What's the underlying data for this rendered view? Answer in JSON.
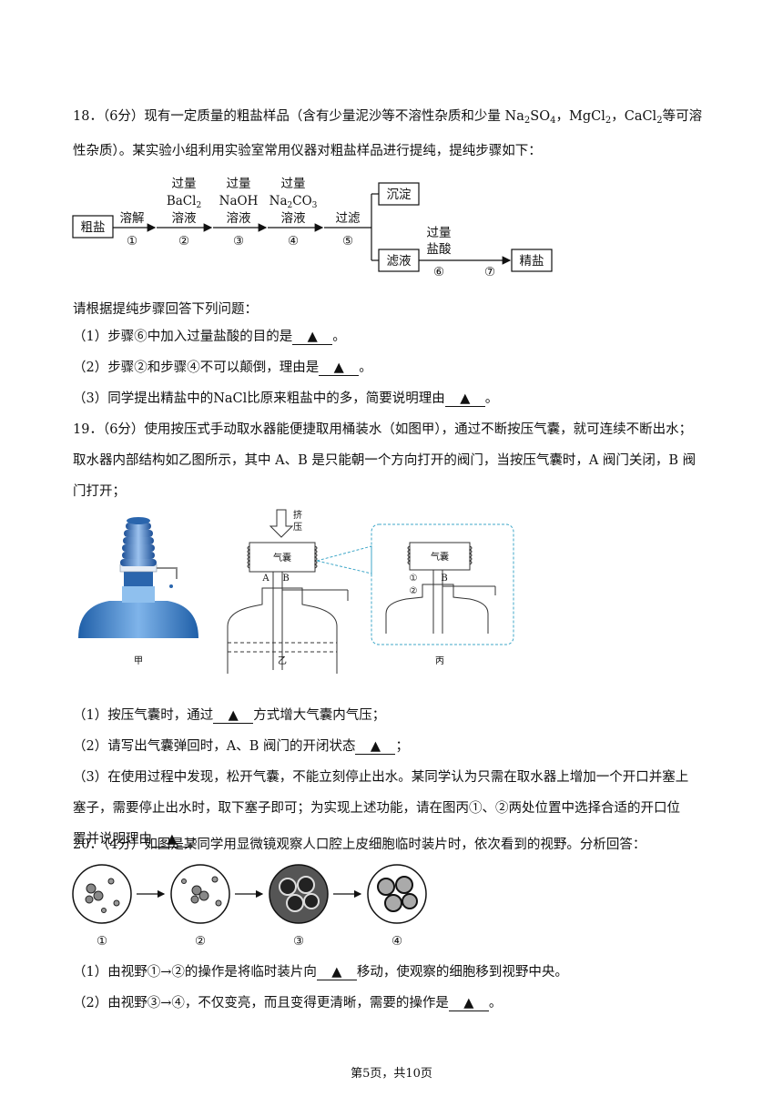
{
  "q18": {
    "intro_1a": "18．（6分）现有一定质量的粗盐样品（含有少量泥沙等不溶性杂质和少量",
    "intro_1b": "Na",
    "intro_1c": "2",
    "intro_1d": "SO",
    "intro_1e": "4",
    "intro_1f": "，MgCl",
    "intro_1g": "2",
    "intro_1h": "，CaCl",
    "intro_1i": "2",
    "intro_1j": "等可溶",
    "intro_2": "性杂质）。某实验小组利用实验室常用仪器对粗盐样品进行提纯，提纯步骤如下：",
    "flow": {
      "start": "粗盐",
      "step1_label": "溶解",
      "step1_num": "①",
      "step2_line1": "过量",
      "step2_line2": "BaCl",
      "step2_sub": "2",
      "step2_line3": "溶液",
      "step2_num": "②",
      "step3_line1": "过量",
      "step3_line2": "NaOH",
      "step3_line3": "溶液",
      "step3_num": "③",
      "step4_line1": "过量",
      "step4_line2": "Na",
      "step4_sub1": "2",
      "step4_mid": "CO",
      "step4_sub2": "3",
      "step4_line3": "溶液",
      "step4_num": "④",
      "step5_label": "过滤",
      "step5_num": "⑤",
      "top_box": "沉淀",
      "bottom_box": "滤液",
      "step6_line1": "过量",
      "step6_line2": "盐酸",
      "step6_num": "⑥",
      "step7_num": "⑦",
      "end": "精盐"
    },
    "prompt": "请根据提纯步骤回答下列问题：",
    "q1_pre": "（1）步骤⑥中加入过量盐酸的目的是",
    "q1_post": "。",
    "q2_pre": "（2）步骤②和步骤④不可以颠倒，理由是",
    "q2_post": "。",
    "q3_pre": "（3）同学提出精盐中的NaCl比原来粗盐中的多，简要说明理由",
    "q3_post": "。"
  },
  "q19": {
    "line1": "19．（6分）使用按压式手动取水器能便捷取用桶装水（如图甲），通过不断按压气囊，就可连续不断出水；",
    "line2": "取水器内部结构如乙图所示，其中 A、B 是只能朝一个方向打开的阀门，当按压气囊时，A 阀门关闭，B 阀",
    "line3": "门打开；",
    "fig": {
      "press_1": "挤",
      "press_2": "压",
      "bag": "气囊",
      "valve_a": "A",
      "valve_b": "B",
      "valve_b2": "B",
      "pos1": "①",
      "pos2": "②",
      "cap_jia": "甲",
      "cap_yi": "乙",
      "cap_bing": "丙"
    },
    "q1_pre": "（1）按压气囊时，通过",
    "q1_post": "方式增大气囊内气压；",
    "q2_pre": "（2）请写出气囊弹回时，A、B 阀门的开闭状态",
    "q2_post": "；",
    "q3_line1": "（3）在使用过程中发现，松开气囊，不能立刻停止出水。某同学认为只需在取水器上增加一个开口并塞上",
    "q3_line2": "塞子，需要停止出水时，取下塞子即可；为实现上述功能，请在图丙①、②两处位置中选择合适的开口位",
    "q3_line3_pre": "置并说明理由",
    "q3_line3_post": "。"
  },
  "q20": {
    "line1": "20．（4分）如图是某同学用显微镜观察人口腔上皮细胞临时装片时，依次看到的视野。分析回答：",
    "fields": [
      "①",
      "②",
      "③",
      "④"
    ],
    "q1_pre": "（1）由视野①→②的操作是将临时装片向",
    "q1_post": "移动，使观察的细胞移到视野中央。",
    "q2_pre": "（2）由视野③→④，不仅变亮，而且变得更清晰，需要的操作是",
    "q2_post": "。"
  },
  "blank_mark": "▲",
  "footer": "第5页，共10页"
}
